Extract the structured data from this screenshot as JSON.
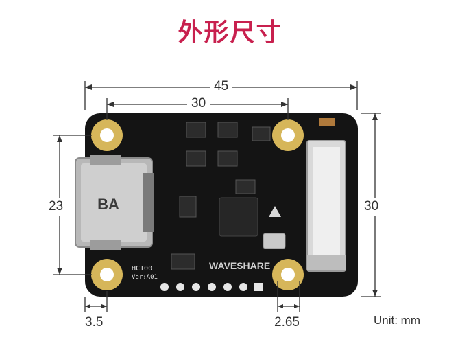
{
  "title": "外形尺寸",
  "dimensions": {
    "overall_width": "45",
    "hole_spacing": "30",
    "height_left": "23",
    "height_right": "30",
    "left_offset": "3.5",
    "right_offset": "2.65"
  },
  "unit_label": "Unit: mm",
  "board": {
    "model": "HC100",
    "version": "Ver:A01",
    "brand": "WAVESHARE",
    "connector_text": "BA"
  },
  "colors": {
    "title": "#c8204e",
    "pcb": "#141414",
    "mount_pad": "#d6b65a",
    "dimension_line": "#333333"
  }
}
